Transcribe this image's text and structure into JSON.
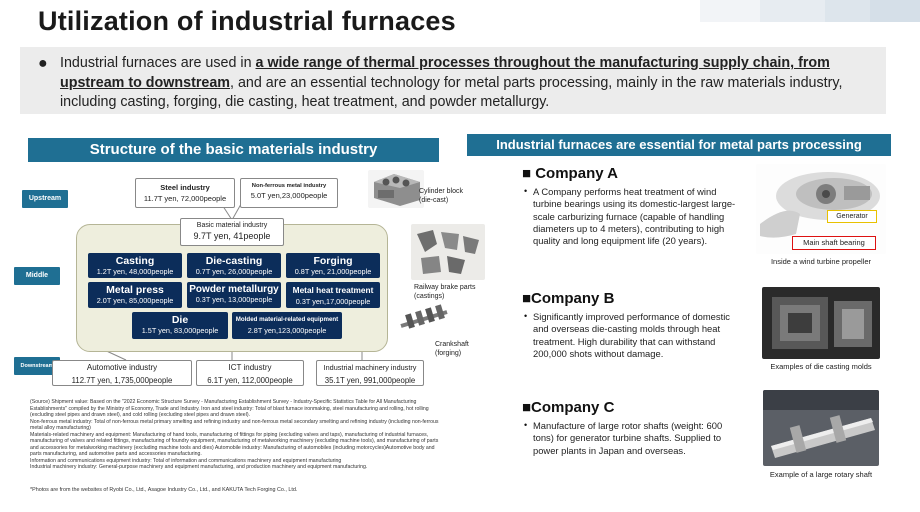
{
  "title": "Utilization of industrial furnaces",
  "intro": {
    "bullet": "●",
    "part1": "Industrial furnaces are used in ",
    "emph": "a wide range of thermal processes throughout the manufacturing supply chain, from upstream to downstream",
    "part2": ", and are an essential technology for metal parts processing, mainly in the raw materials industry, including casting, forging, die casting, heat treatment, and powder metallurgy."
  },
  "left": {
    "header": "Structure of the basic materials industry",
    "stages": {
      "upstream": "Upstream",
      "middle": "Middle",
      "downstream": "Downstream"
    },
    "steel": {
      "name": "Steel industry",
      "value": "11.7T yen, 72,000people"
    },
    "nonferrous": {
      "name": "Non-ferrous metal industry",
      "value": "5.0T  yen,23,000people"
    },
    "basic": {
      "name": "Basic material industry",
      "value": "9.7T yen, 41people"
    },
    "casting": {
      "name": "Casting",
      "value": "1.2T yen, 48,000people"
    },
    "diecasting": {
      "name": "Die-casting",
      "value": "0.7T yen, 26,000people"
    },
    "forging": {
      "name": "Forging",
      "value": "0.8T yen, 21,000people"
    },
    "metalpress": {
      "name": "Metal press",
      "value": "2.0T yen, 85,000people"
    },
    "powder": {
      "name": "Powder metallurgy",
      "value": "0.3T yen, 13,000people"
    },
    "heattreat": {
      "name": "Metal heat treatment",
      "value": "0.3T yen,17,000people"
    },
    "die": {
      "name": "Die",
      "value": "1.5T yen, 83,000people"
    },
    "molded": {
      "name": "Molded material-related equipment",
      "value": "2.8T yen,123,000people"
    },
    "automotive": {
      "name": "Automotive industry",
      "value": "112.7T yen, 1,735,000people"
    },
    "ict": {
      "name": "ICT industry",
      "value": "6.1T yen, 112,000people"
    },
    "machinery": {
      "name": "Industrial machinery industry",
      "value": "35.1T yen, 991,000people"
    },
    "photos": {
      "cylinder": "Cylinder block\n(die-cast)",
      "brake": "Railway brake parts\n(castings)",
      "crank": "Crankshaft\n(forging)"
    },
    "notes": [
      "(Source) Shipment value: Based on the \"2022 Economic Structure Survey - Manufacturing Establishment Survey - Industry-Specific Statistics Table for All Manufacturing Establishments\" compiled by the Ministry of Economy, Trade and Industry. Iron and steel industry: Total of blast furnace ironmaking, steel manufacturing and rolling, hot rolling (excluding steel pipes and drawn steel), and cold rolling (excluding steel pipes and drawn steel).",
      "Non-ferrous metal industry: Total of non-ferrous metal primary smelting and refining industry and non-ferrous metal secondary smelting and refining industry (including non-ferrous metal alloy manufacturing)",
      "Materials-related machinery and equipment: Manufacturing of hand tools, manufacturing of fittings for piping (excluding valves and taps), manufacturing of industrial furnaces, manufacturing of valves and related fittings, manufacturing of foundry equipment, manufacturing of metalworking machinery (excluding machine tools), and manufacturing of parts and accessories for metalworking machinery (excluding machine tools and dies) Automobile industry: Manufacturing of automobiles (including motorcycles)Automotive body and parts manufacturing, and automotive parts and accessories manufacturing.",
      "Information and communications equipment industry: Total of information and communications machinery and equipment manufacturing",
      "Industrial machinery industry: General-purpose machinery and equipment manufacturing, and production machinery and equipment manufacturing."
    ],
    "photo_credit": "*Photos are from the websites of Ryobi Co., Ltd., Asagoe Industry Co., Ltd., and KAKUTA Tech Forging Co., Ltd."
  },
  "right": {
    "header": "Industrial furnaces are essential for metal parts processing",
    "companies": [
      {
        "title": "■ Company A",
        "bullet": "•",
        "text": "A Company performs heat treatment of wind turbine bearings using its domestic-largest large-scale carburizing furnace (capable of handling diameters up to 4 meters), contributing to high quality and long equipment life (20 years).",
        "caption": "Inside a wind turbine propeller",
        "label_generator": "Generator",
        "label_bearing": "Main shaft bearing"
      },
      {
        "title": "■Company B",
        "bullet": "•",
        "text": "Significantly improved performance of domestic and overseas die-casting molds through heat treatment. High durability that can withstand 200,000 shots without damage.",
        "caption": "Examples of die casting molds"
      },
      {
        "title": "■Company C",
        "bullet": "•",
        "text": "Manufacture of large rotor shafts (weight: 600 tons) for generator turbine shafts. Supplied to power plants in Japan and overseas.",
        "caption": "Example of a large rotary shaft"
      }
    ]
  },
  "colors": {
    "accent_blue": "#1f6f93",
    "dark_navy": "#0c2d5a",
    "panel": "#eeeedd",
    "intro_bg": "#ececec"
  }
}
